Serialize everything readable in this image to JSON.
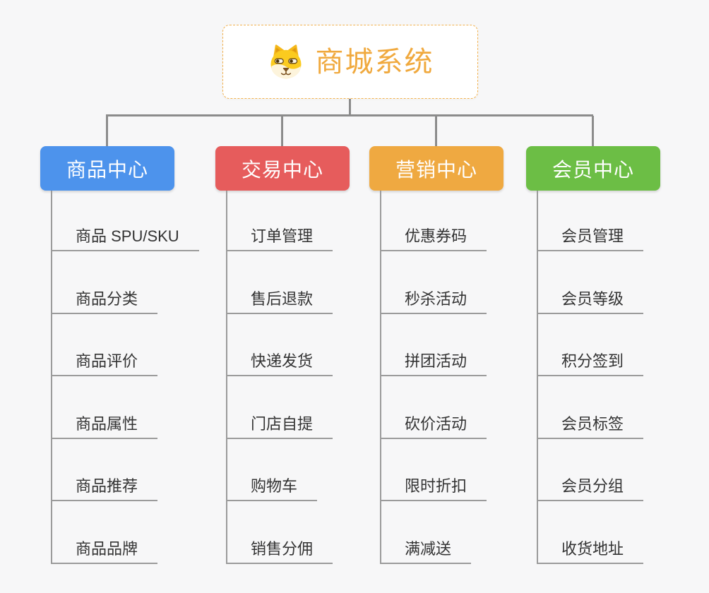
{
  "root": {
    "label": "商城系统",
    "icon": "dog-face-icon",
    "accent_color": "#f0a93e",
    "border_color": "#f2b14e"
  },
  "connector_color": "#8c8c8c",
  "background_color": "#f7f7f8",
  "branches": [
    {
      "label": "商品中心",
      "color": "#4d93ec",
      "items": [
        "商品 SPU/SKU",
        "商品分类",
        "商品评价",
        "商品属性",
        "商品推荐",
        "商品品牌"
      ]
    },
    {
      "label": "交易中心",
      "color": "#e65c5c",
      "items": [
        "订单管理",
        "售后退款",
        "快递发货",
        "门店自提",
        "购物车",
        "销售分佣"
      ]
    },
    {
      "label": "营销中心",
      "color": "#efa941",
      "items": [
        "优惠券码",
        "秒杀活动",
        "拼团活动",
        "砍价活动",
        "限时折扣",
        "满减送"
      ]
    },
    {
      "label": "会员中心",
      "color": "#6cbe45",
      "items": [
        "会员管理",
        "会员等级",
        "积分签到",
        "会员标签",
        "会员分组",
        "收货地址"
      ]
    }
  ]
}
